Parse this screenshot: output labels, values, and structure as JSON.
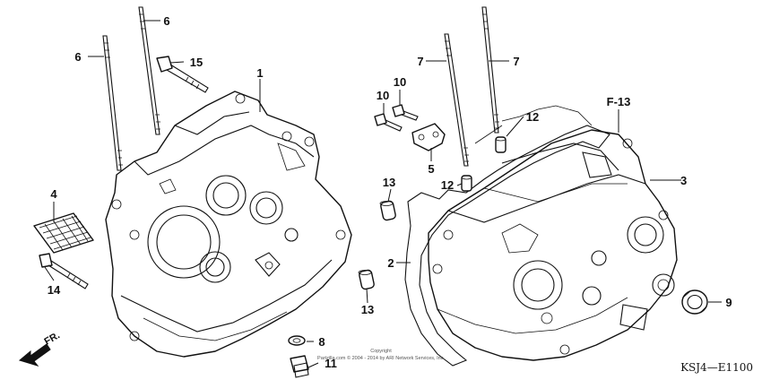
{
  "diagram": {
    "callouts": [
      "1",
      "2",
      "3",
      "4",
      "5",
      "6",
      "6",
      "7",
      "7",
      "8",
      "9",
      "10",
      "10",
      "11",
      "12",
      "12",
      "13",
      "13",
      "14",
      "15"
    ],
    "reference_label": "F-13",
    "direction_label": "FR.",
    "copyright_line1": "Copyright",
    "copyright_line2": "Partzilla.com © 2004 - 2014 by ARI Network Services, Inc.",
    "diagram_code": "KSJ4—E1100"
  }
}
